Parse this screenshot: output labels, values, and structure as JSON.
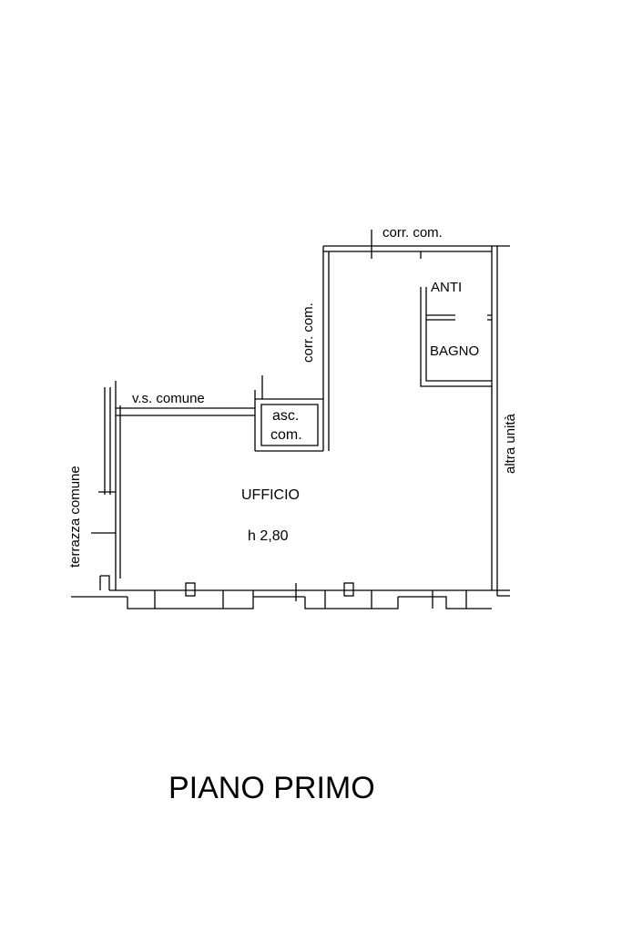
{
  "plan": {
    "title": "PIANO PRIMO",
    "rooms": {
      "office": "UFFICIO",
      "office_height": "h 2,80",
      "anteroom": "ANTI",
      "bathroom": "BAGNO",
      "lift_line1": "asc.",
      "lift_line2": "com."
    },
    "adjacent": {
      "corridor_top": "corr. com.",
      "corridor_left": "corr. com.",
      "stairwell": "v.s. comune",
      "terrace": "terrazza comune",
      "other_unit": "altra unità"
    },
    "colors": {
      "wall": "#000000",
      "background": "#ffffff"
    }
  }
}
